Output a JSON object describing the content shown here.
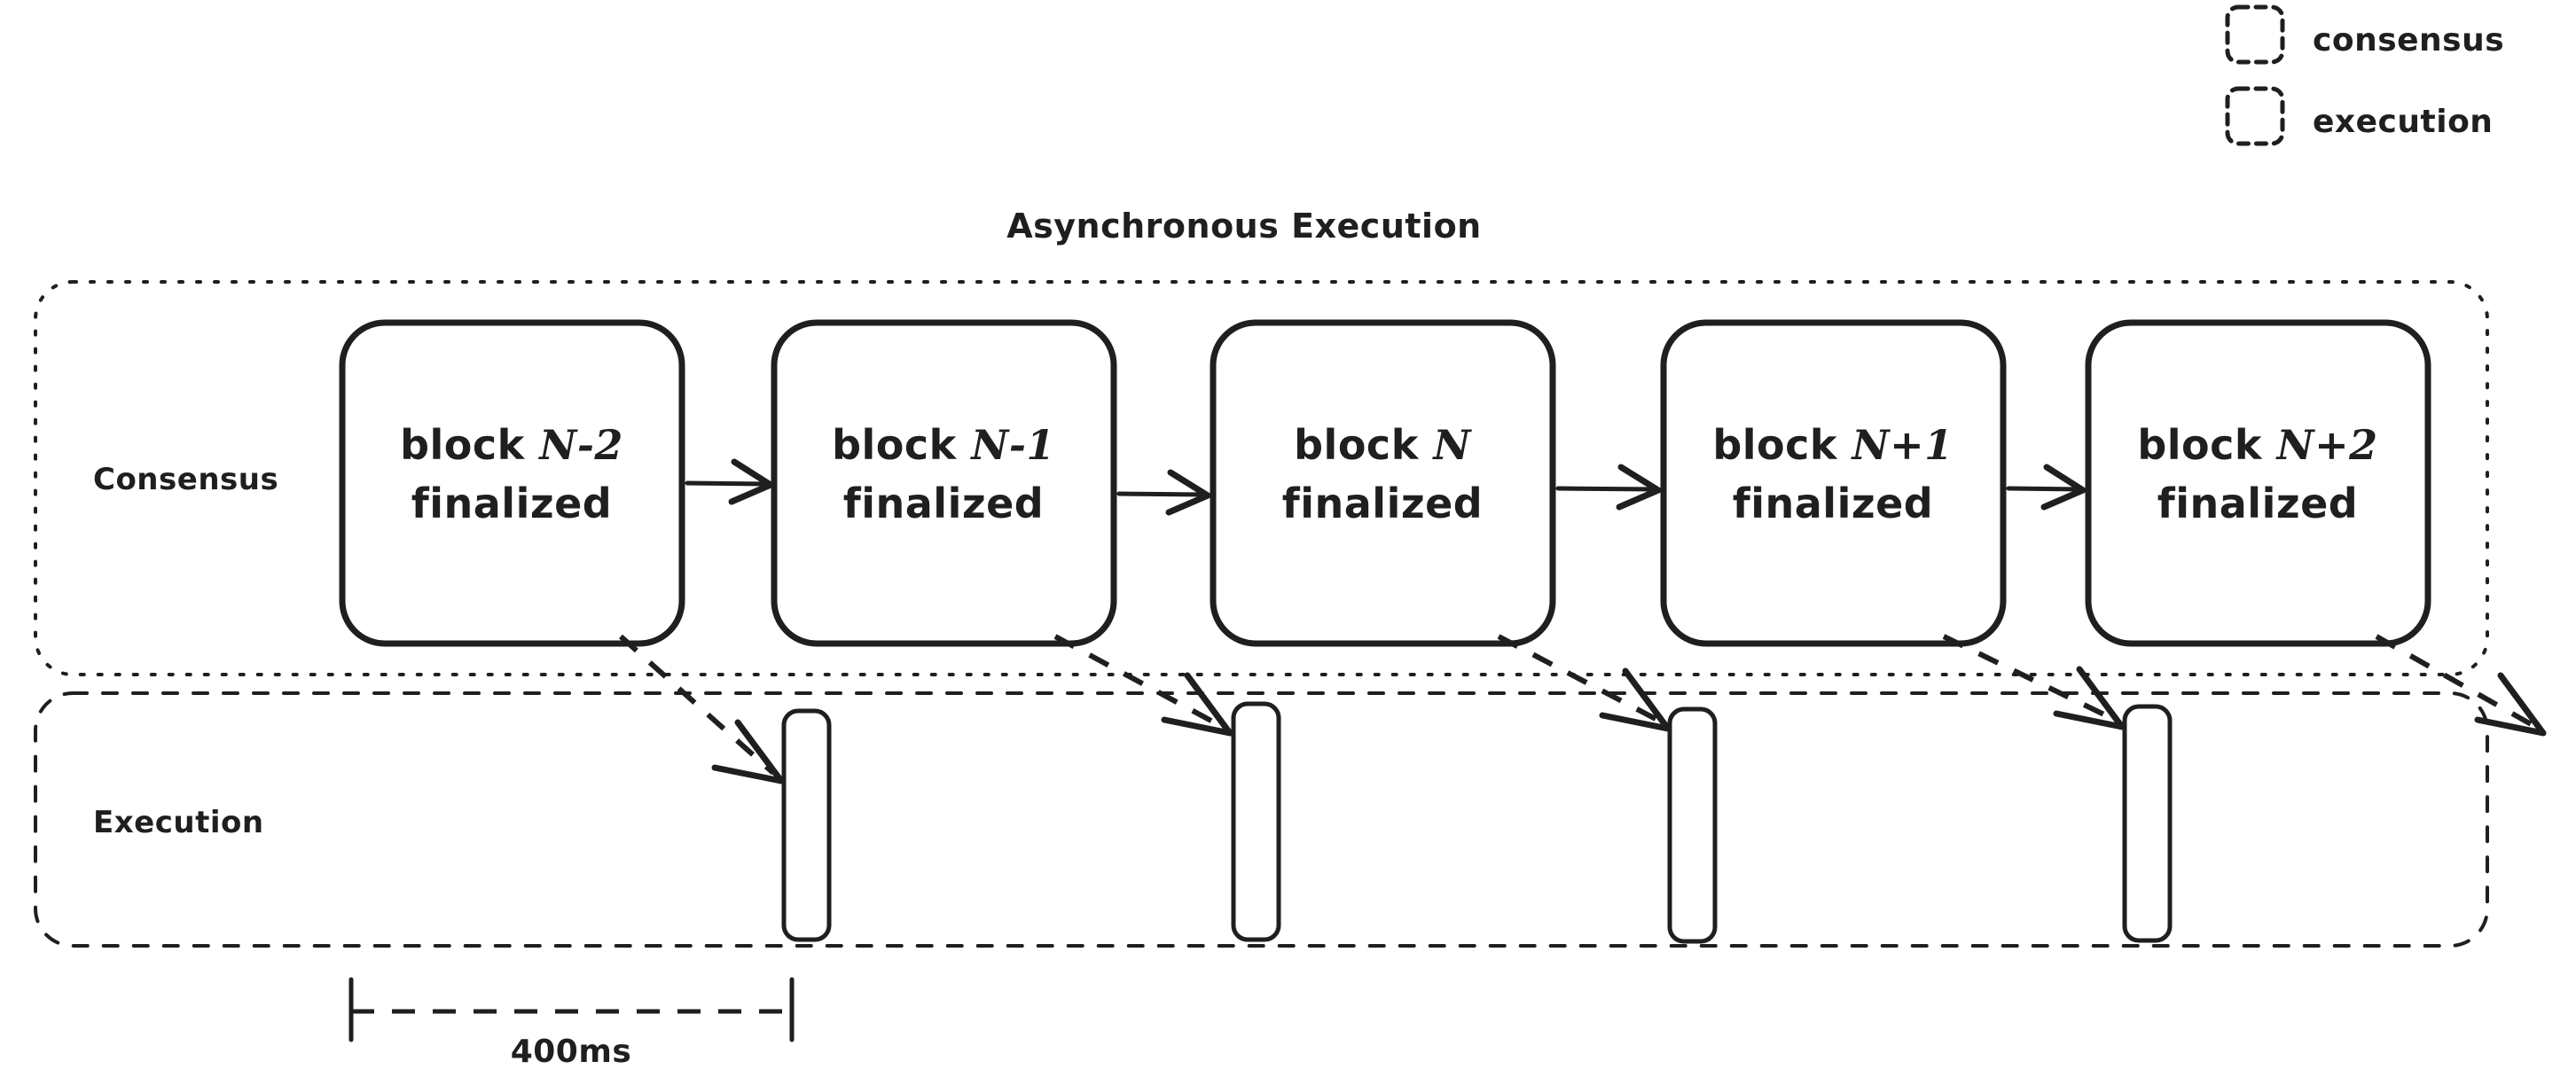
{
  "title": "Asynchronous Execution",
  "legend": {
    "items": [
      {
        "label": "consensus",
        "color": "#f8a84f",
        "swatch": "hatch-orange-swatch"
      },
      {
        "label": "execution",
        "color": "#9ccdec",
        "swatch": "hatch-blue-swatch"
      }
    ]
  },
  "lanes": {
    "consensus": {
      "label": "Consensus"
    },
    "execution": {
      "label": "Execution"
    }
  },
  "consensus_blocks": [
    {
      "name": "block",
      "index": "N-2",
      "state": "finalized"
    },
    {
      "name": "block",
      "index": "N-1",
      "state": "finalized"
    },
    {
      "name": "block",
      "index": "N",
      "state": "finalized"
    },
    {
      "name": "block",
      "index": "N+1",
      "state": "finalized"
    },
    {
      "name": "block",
      "index": "N+2",
      "state": "finalized"
    }
  ],
  "execution_bars": [
    {
      "id": "exec-bar-1"
    },
    {
      "id": "exec-bar-2"
    },
    {
      "id": "exec-bar-3"
    },
    {
      "id": "exec-bar-4"
    }
  ],
  "measurement": {
    "label": "400ms"
  },
  "colors": {
    "orange_hatch": "#f8a84f",
    "blue_hatch": "#9ccdec",
    "ink": "#1f1f1f",
    "background": "#ffffff"
  }
}
